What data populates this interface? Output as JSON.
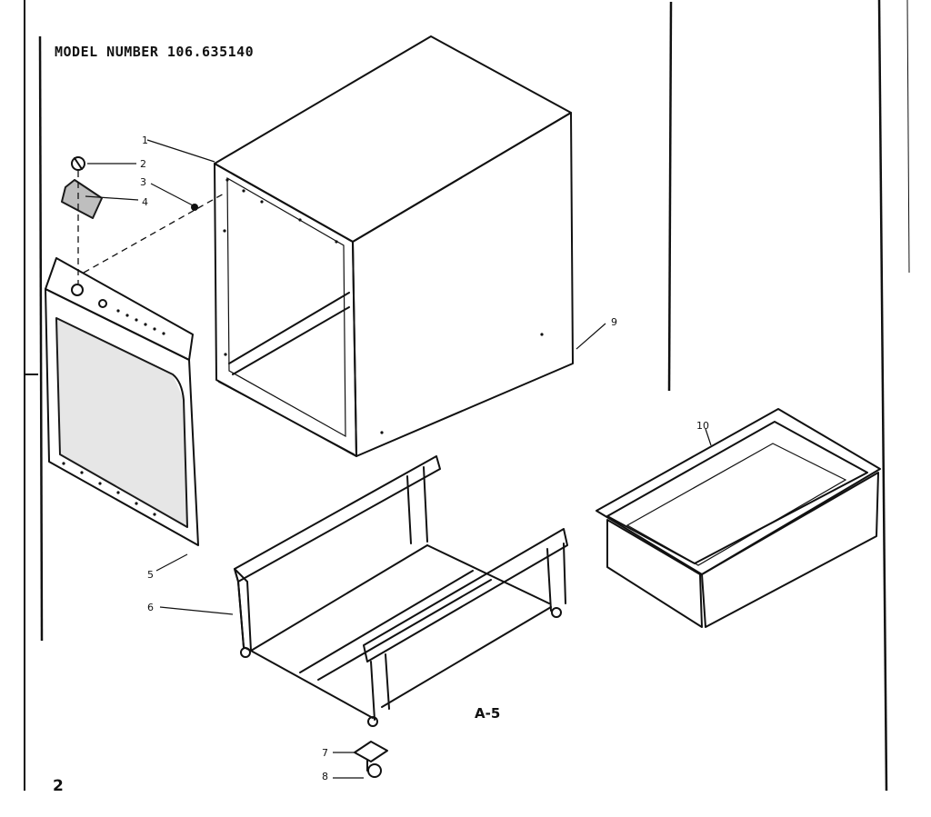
{
  "header": {
    "model_number": "MODEL NUMBER 106.635140"
  },
  "reference": {
    "code": "A-5"
  },
  "footer": {
    "page": "2"
  },
  "callouts": [
    {
      "id": "1",
      "label": "1",
      "part": "cabinet"
    },
    {
      "id": "2",
      "label": "2",
      "part": "knob"
    },
    {
      "id": "3",
      "label": "3",
      "part": "screw"
    },
    {
      "id": "4",
      "label": "4",
      "part": "control-plate"
    },
    {
      "id": "5",
      "label": "5",
      "part": "front-panel"
    },
    {
      "id": "6",
      "label": "6",
      "part": "base-frame"
    },
    {
      "id": "7",
      "label": "7",
      "part": "caster"
    },
    {
      "id": "8",
      "label": "8",
      "part": "caster-screw"
    },
    {
      "id": "9",
      "label": "9",
      "part": "rear-screw"
    },
    {
      "id": "10",
      "label": "10",
      "part": "drip-pan"
    }
  ]
}
